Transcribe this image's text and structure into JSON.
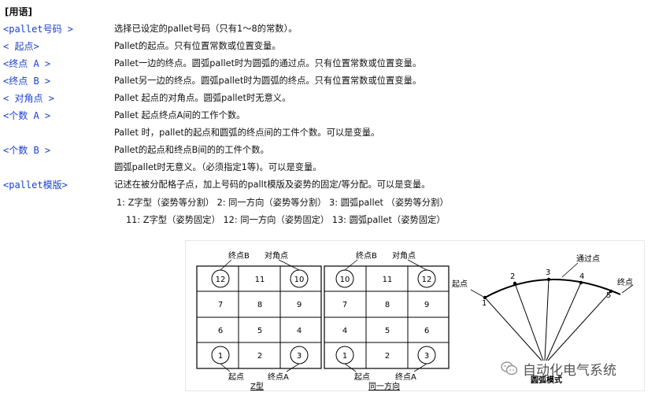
{
  "heading": "[用语]",
  "terms": [
    {
      "term": "<pallet号码 >",
      "desc": "选择已设定的pallet号码（只有1～8的常数）。"
    },
    {
      "term": "< 起点>",
      "desc": "Pallet的起点。只有位置常数或位置变量。"
    },
    {
      "term": "<终点 A >",
      "desc": "Pallet一边的终点。圆弧pallet时为圆弧的通过点。只有位置常数或位置变量。"
    },
    {
      "term": "<终点 B >",
      "desc": "Pallet另一边的终点。圆弧pallet时为圆弧的终点。只有位置常数或位置变量。"
    },
    {
      "term": "< 对角点 >",
      "desc": "Pallet 起点的对角点。圆弧pallet时无意义。"
    },
    {
      "term": "<个数 A >",
      "desc": "Pallet 起点终点A间的工作个数。"
    },
    {
      "term": "",
      "desc": "Pallet 时，pallet的起点和圆弧的终点间的工件个数。可以是变量。"
    },
    {
      "term": "<个数 B >",
      "desc": "Pallet的起点和终点B间的的工件个数。"
    },
    {
      "term": "",
      "desc": "圆弧pallet时无意义。（必须指定1等)。可以是变量。"
    },
    {
      "term": "<pallet模版>",
      "desc": "记述在被分配格子点，加上号码的pallt模版及姿势的固定/等分配。可以是变量。"
    }
  ],
  "modes_line1": "1: Z字型（姿势等分割） 2: 同一方向（姿势等分割） 3: 圆弧pallet （姿势等分割）",
  "modes_line2": "11: Z字型（姿势固定） 12: 同一方向（姿势固定） 13: 圆弧pallet（姿势固定）",
  "figure": {
    "z": {
      "caption": "Z型",
      "label_endB": "终点B",
      "label_diag": "对角点",
      "label_start": "起点",
      "label_endA": "终点A",
      "cells": [
        [
          "12",
          "11",
          "10"
        ],
        [
          "7",
          "8",
          "9"
        ],
        [
          "6",
          "5",
          "4"
        ],
        [
          "1",
          "2",
          "3"
        ]
      ],
      "circled": [
        "12",
        "10",
        "1",
        "3"
      ]
    },
    "same": {
      "caption": "同一方向",
      "label_endB": "终点B",
      "label_diag": "对角点",
      "label_start": "起点",
      "label_endA": "终点A",
      "cells": [
        [
          "10",
          "11",
          "12"
        ],
        [
          "7",
          "8",
          "9"
        ],
        [
          "4",
          "5",
          "6"
        ],
        [
          "1",
          "2",
          "3"
        ]
      ],
      "circled": [
        "10",
        "12",
        "1",
        "3"
      ]
    },
    "arc": {
      "caption": "圆弧模式",
      "label_start": "起点",
      "label_through": "通过点",
      "label_end": "终点",
      "points": [
        "1",
        "2",
        "3",
        "4",
        "5"
      ]
    }
  },
  "watermark": "自动化电气系统"
}
